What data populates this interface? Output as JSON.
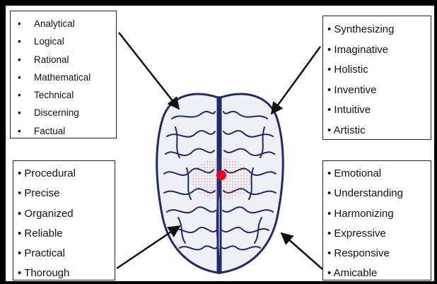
{
  "quadrants": {
    "top_left": [
      "Analytical",
      "Logical",
      "Rational",
      "Mathematical",
      "Technical",
      "Discerning",
      "Factual"
    ],
    "top_right": [
      "Synthesizing",
      "Imaginative",
      "Holistic",
      "Inventive",
      "Intuitive",
      "Artistic"
    ],
    "bottom_left": [
      "Procedural",
      "Precise",
      "Organized",
      "Reliable",
      "Practical",
      "Thorough"
    ],
    "bottom_right": [
      "Emotional",
      "Understanding",
      "Harmonizing",
      "Expressive",
      "Responsive",
      "Amicable"
    ]
  },
  "colors": {
    "brain_outline": "#1f2a6b",
    "brain_fill": "#eef0f6",
    "center_dot": "#e8001c",
    "arrow": "#111111",
    "frame": "#000000"
  }
}
